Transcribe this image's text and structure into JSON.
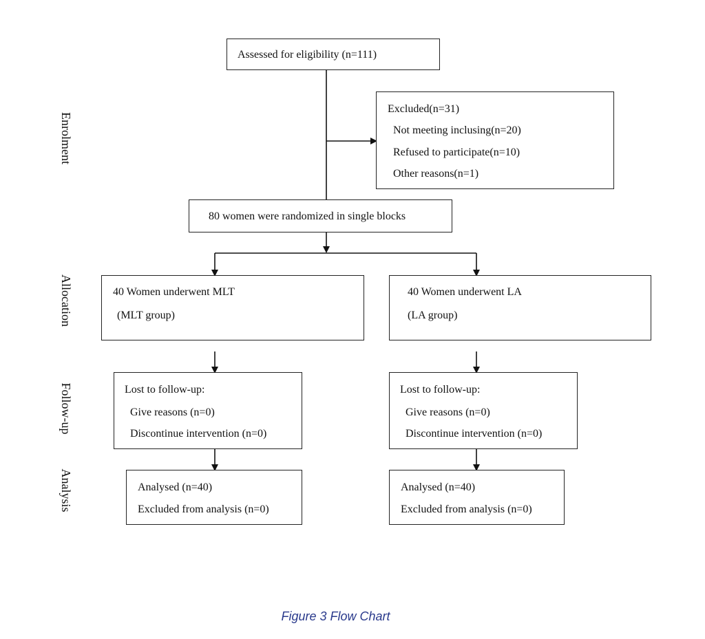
{
  "stages": {
    "enrolment": "Enrolment",
    "allocation": "Allocation",
    "follow_up": "Follow-up",
    "analysis": "Analysis"
  },
  "boxes": {
    "assessed": [
      "Assessed for eligibility (n=111)"
    ],
    "excluded": [
      "Excluded(n=31)",
      "Not meeting inclusing(n=20)",
      "Refused to participate(n=10)",
      "Other reasons(n=1)"
    ],
    "randomized": [
      "80 women were randomized in single blocks"
    ],
    "alloc_mlt": [
      "40 Women underwent MLT",
      "(MLT group)"
    ],
    "alloc_la": [
      "40 Women underwent LA",
      "(LA group)"
    ],
    "followup_mlt": [
      "Lost to follow-up:",
      "Give reasons (n=0)",
      "Discontinue intervention (n=0)"
    ],
    "followup_la": [
      "Lost to follow-up:",
      "Give reasons (n=0)",
      "Discontinue intervention (n=0)"
    ],
    "analysis_mlt": [
      "Analysed (n=40)",
      "Excluded from analysis (n=0)"
    ],
    "analysis_la": [
      "Analysed (n=40)",
      "Excluded from analysis (n=0)"
    ]
  },
  "caption": "Figure 3 Flow Chart"
}
